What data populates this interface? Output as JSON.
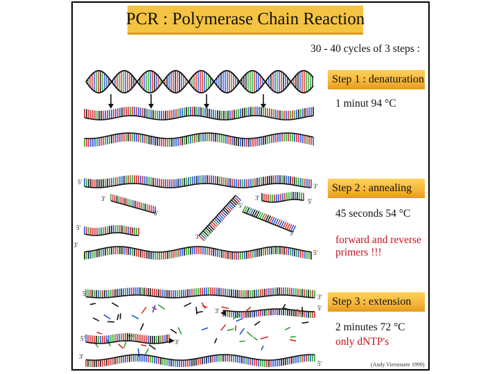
{
  "title": "PCR : Polymerase Chain Reaction",
  "cycles_text": "30 - 40 cycles of 3 steps :",
  "steps": [
    {
      "label": "Step 1 : denaturation",
      "detail": "1 minut 94 °C"
    },
    {
      "label": "Step 2 : annealing",
      "detail": "45 seconds 54 °C",
      "note_line1": "forward and reverse",
      "note_line2": "primers !!!"
    },
    {
      "label": "Step 3 : extension",
      "detail": "2 minutes 72 °C",
      "note": "only dNTP's"
    }
  ],
  "credit": "(Andy Vierstraete 1999)",
  "strand_ends": {
    "five": "5'",
    "three": "3'"
  },
  "colors": {
    "title_bg": "#f5c342",
    "step_bg": "#f4b53a",
    "note": "#c8101a",
    "nucleotides": [
      "#d62728",
      "#1f4fd6",
      "#2ca02c",
      "#111111"
    ]
  }
}
